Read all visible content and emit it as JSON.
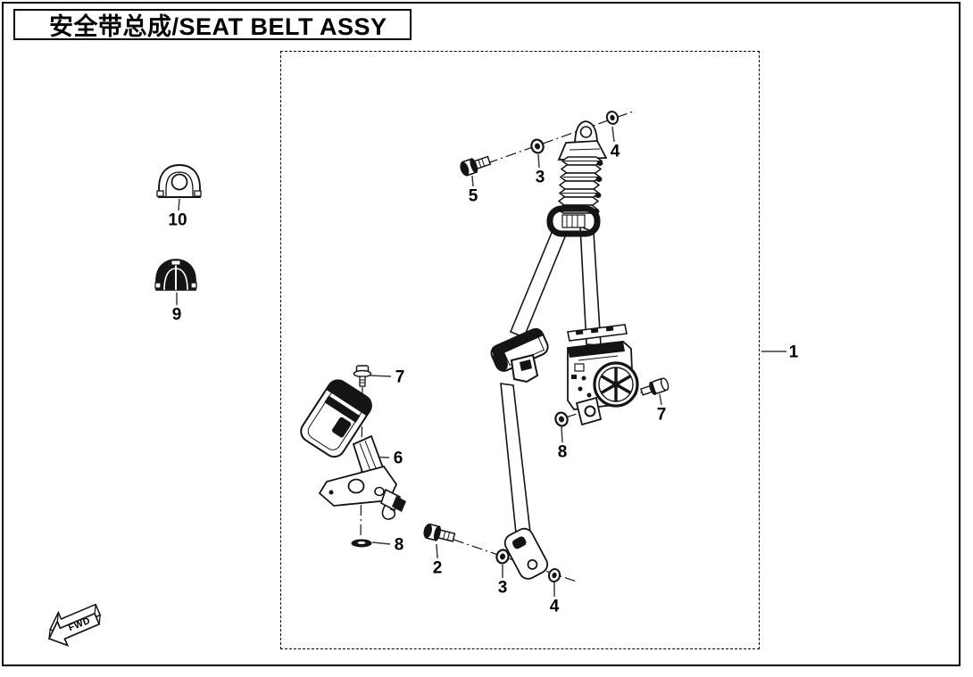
{
  "title": "安全带总成/SEAT BELT ASSY",
  "diagram": {
    "fwd_label": "FWD",
    "callouts": [
      {
        "label": "1"
      },
      {
        "label": "2"
      },
      {
        "label": "3"
      },
      {
        "label": "4"
      },
      {
        "label": "5"
      },
      {
        "label": "3"
      },
      {
        "label": "4"
      },
      {
        "label": "6"
      },
      {
        "label": "7"
      },
      {
        "label": "8"
      },
      {
        "label": "7"
      },
      {
        "label": "8"
      },
      {
        "label": "9"
      },
      {
        "label": "10"
      }
    ]
  }
}
